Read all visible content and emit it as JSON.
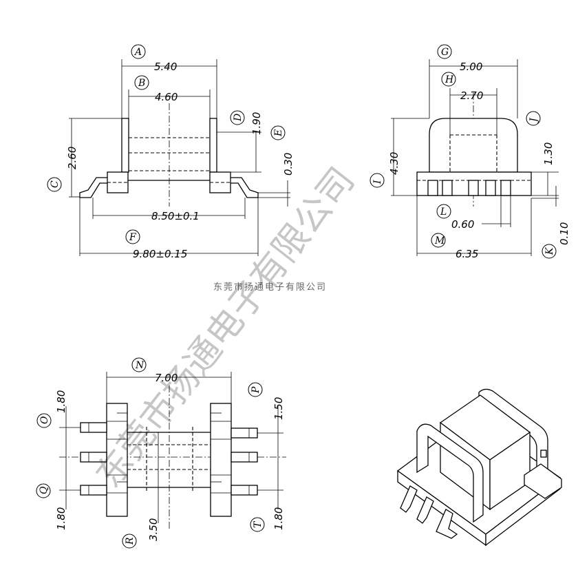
{
  "watermark": "东莞市扬通电子有限公司",
  "caption": "东莞市扬通电子有限公司",
  "labels": {
    "A": "A",
    "B": "B",
    "C": "C",
    "D": "D",
    "E": "E",
    "F": "F",
    "G": "G",
    "H": "H",
    "I": "I",
    "J": "J",
    "K": "K",
    "L": "L",
    "M": "M",
    "N": "N",
    "O": "O",
    "P": "P",
    "Q": "Q",
    "R": "R",
    "T": "T"
  },
  "dims": {
    "A": "5.40",
    "B": "4.60",
    "C": "2.60",
    "D": "1.90",
    "E": "0.30",
    "F": "9.80±0.15",
    "F2": "8.50±0.1",
    "G": "5.00",
    "H": "2.70",
    "I": "4.30",
    "J": "1.30",
    "K": "0.10",
    "L": "0.60",
    "M": "6.35",
    "N": "7.00",
    "O": "1.80",
    "P": "1.50",
    "Q": "1.80",
    "R": "3.50",
    "T": "1.80"
  }
}
